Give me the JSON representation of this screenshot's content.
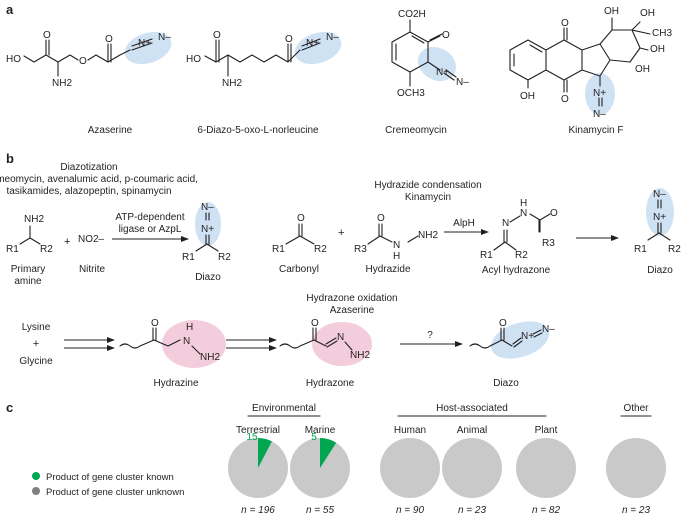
{
  "colors": {
    "blue_highlight": "#cfe2f3",
    "pink_highlight": "#f3cddc",
    "known": "#00a651",
    "unknown": "#c9c9c9",
    "text": "#231f20"
  },
  "panel_a": {
    "label": "a",
    "compounds": {
      "azaserine": "Azaserine",
      "don": "6-Diazo-5-oxo-L-norleucine",
      "cremeomycin": "Cremeomycin",
      "kinamycin": "Kinamycin F"
    },
    "atoms": {
      "ho": "HO",
      "nh2": "NH2",
      "o": "O",
      "co2h": "CO2H",
      "och3": "OCH3",
      "oh": "OH",
      "ch3": "CH3",
      "n": "N",
      "nplus": "N+",
      "nminus": "N–"
    }
  },
  "panel_b": {
    "label": "b",
    "route1": {
      "title": "Diazotization",
      "examples_line1": "Cremeomycin, avenalumic acid, p-coumaric acid,",
      "examples_line2": "tasikamides, alazopeptin, spinamycin",
      "enzyme_line1": "ATP-dependent",
      "enzyme_line2": "ligase or AzpL",
      "nitrite_formula": "NO2–",
      "plus": "+",
      "primary_amine_line1": "Primary",
      "primary_amine_line2": "amine",
      "nitrite": "Nitrite",
      "diazo": "Diazo"
    },
    "route2": {
      "title": "Hydrazide condensation",
      "example": "Kinamycin",
      "enzyme": "AlpH",
      "plus": "+",
      "carbonyl": "Carbonyl",
      "hydrazide": "Hydrazide",
      "acyl_hydrazone": "Acyl hydrazone",
      "diazo": "Diazo"
    },
    "route3": {
      "title": "Hydrazone oxidation",
      "example": "Azaserine",
      "lysine": "Lysine",
      "plus": "+",
      "glycine": "Glycine",
      "hydrazine": "Hydrazine",
      "hydrazone": "Hydrazone",
      "unknown_step": "?",
      "diazo": "Diazo"
    },
    "atoms": {
      "nh2": "NH2",
      "nh": "NH",
      "h": "H",
      "n": "N",
      "o": "O",
      "r1": "R1",
      "r2": "R2",
      "r3": "R3",
      "nplus": "N+",
      "nminus": "N–"
    }
  },
  "panel_c": {
    "label": "c",
    "groups": {
      "environmental": "Environmental",
      "host_associated": "Host-associated",
      "other": "Other"
    },
    "legend": {
      "known": "Product of gene cluster known",
      "unknown": "Product of gene cluster unknown"
    }
  },
  "chart_data": {
    "type": "pie",
    "legend": [
      "Product of gene cluster known",
      "Product of gene cluster unknown"
    ],
    "pies": [
      {
        "category": "Terrestrial",
        "group": "Environmental",
        "total": 196,
        "known": 15,
        "unknown": 181,
        "n_label": "n = 196",
        "known_label": "15"
      },
      {
        "category": "Marine",
        "group": "Environmental",
        "total": 55,
        "known": 5,
        "unknown": 50,
        "n_label": "n = 55",
        "known_label": "5"
      },
      {
        "category": "Human",
        "group": "Host-associated",
        "total": 90,
        "known": 0,
        "unknown": 90,
        "n_label": "n = 90",
        "known_label": ""
      },
      {
        "category": "Animal",
        "group": "Host-associated",
        "total": 23,
        "known": 0,
        "unknown": 23,
        "n_label": "n = 23",
        "known_label": ""
      },
      {
        "category": "Plant",
        "group": "Host-associated",
        "total": 82,
        "known": 0,
        "unknown": 82,
        "n_label": "n = 82",
        "known_label": ""
      },
      {
        "category": "Other",
        "group": "Other",
        "total": 23,
        "known": 0,
        "unknown": 23,
        "n_label": "n = 23",
        "known_label": ""
      }
    ]
  }
}
